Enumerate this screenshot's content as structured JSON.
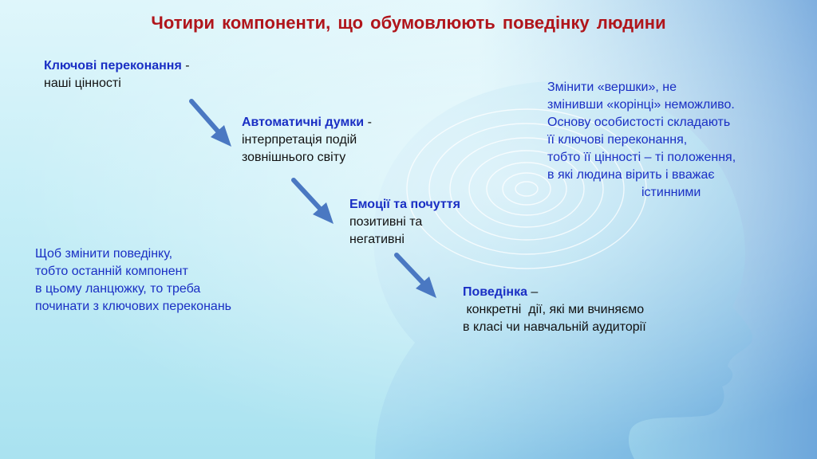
{
  "title": "Чотири  компоненти,  що обумовлюють  поведінку людини",
  "chain": [
    {
      "term": "Ключові переконання",
      "sep": " -",
      "desc": [
        "наші цінності"
      ]
    },
    {
      "term": "Автоматичні думки",
      "sep": " -",
      "desc": [
        "інтерпретація подій",
        "зовнішнього світу"
      ]
    },
    {
      "term": "Емоції та почуття",
      "sep": "",
      "desc": [
        "позитивні та",
        "негативні"
      ]
    },
    {
      "term": "Поведінка",
      "sep": " –",
      "desc": [
        " конкретні  дії, які ми вчиняємо",
        "в класі чи навчальній аудиторії"
      ]
    }
  ],
  "left_note": [
    "Щоб змінити поведінку,",
    "тобто останній компонент",
    "в цьому ланцюжку, то треба",
    "починати з ключових переконань"
  ],
  "right_note": [
    "Змінити «вершки», не",
    "змінивши «корінці» неможливо.",
    "Основу особистості складають",
    "її ключові переконання,",
    "тобто її цінності – ті положення,",
    "в які людина вірить і вважає",
    "істинними"
  ],
  "colors": {
    "title": "#b0151b",
    "term": "#1a2fc4",
    "note": "#1a2fc4",
    "arrow": "#4a78c2"
  },
  "icons": [
    "arrow-down-right-icon",
    "head-silhouette-icon",
    "concentric-rings-icon"
  ]
}
